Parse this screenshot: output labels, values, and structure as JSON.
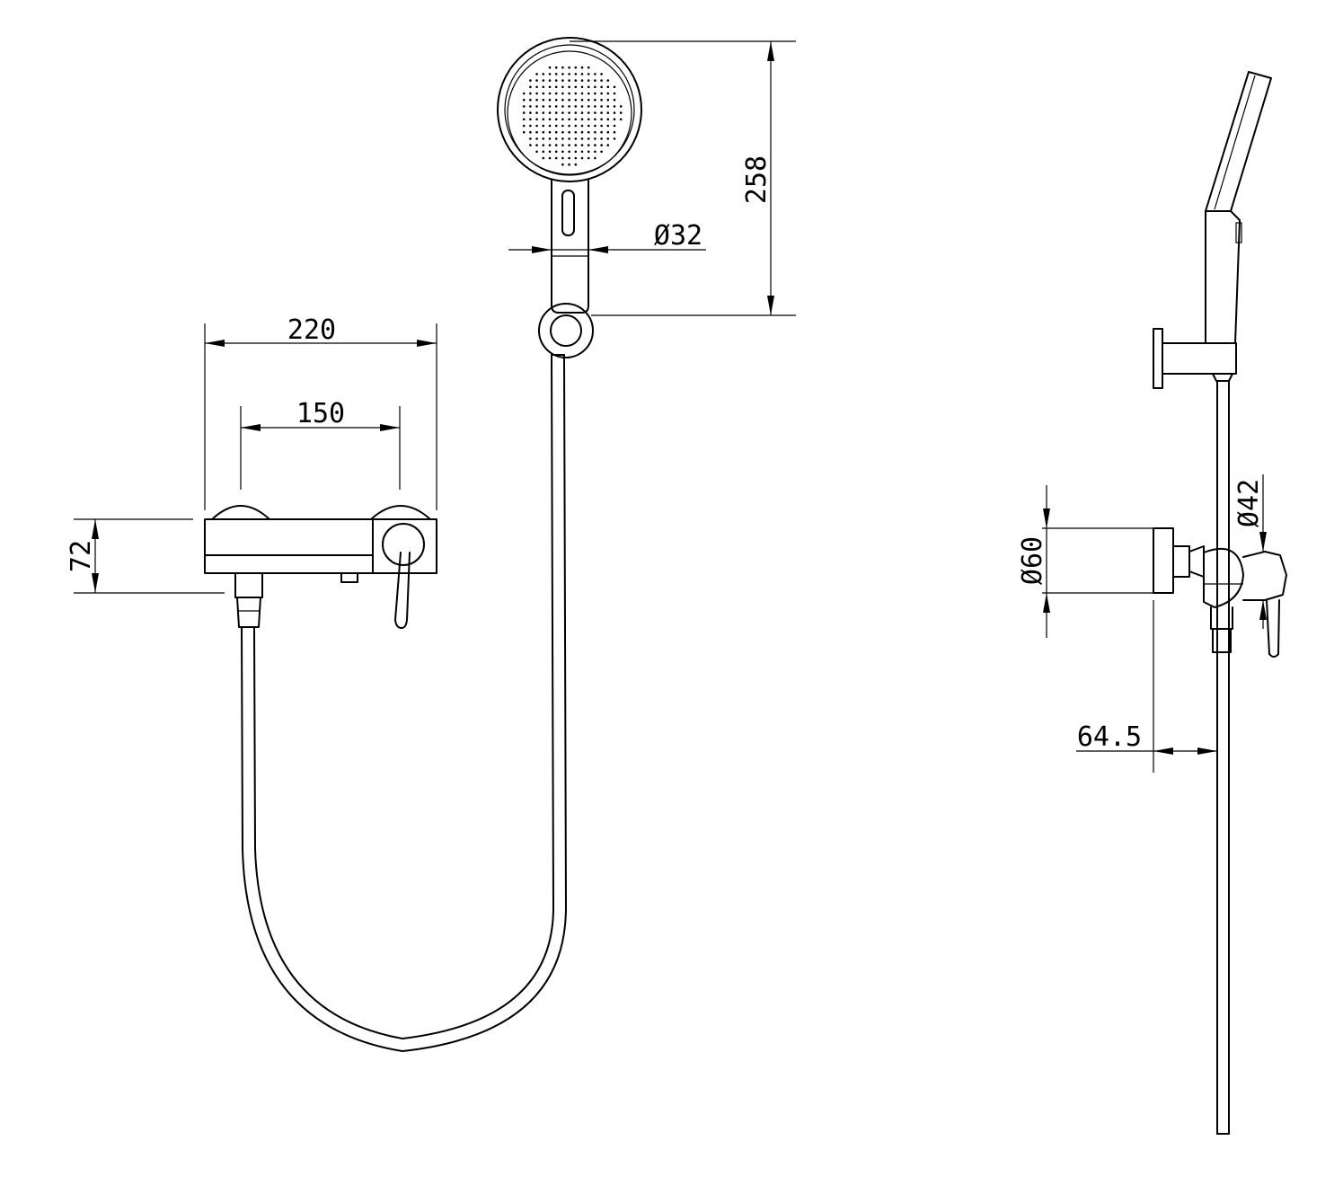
{
  "dimensions": {
    "mixer_overall_width": "220",
    "mixer_center_distance": "150",
    "mixer_body_height": "72",
    "handshower_length": "258",
    "handle_diameter": "Ø32",
    "side_wall_flange_diameter": "Ø60",
    "side_handle_diameter": "Ø42",
    "side_projection": "64.5"
  },
  "colors": {
    "line": "#000000",
    "background": "#ffffff"
  }
}
